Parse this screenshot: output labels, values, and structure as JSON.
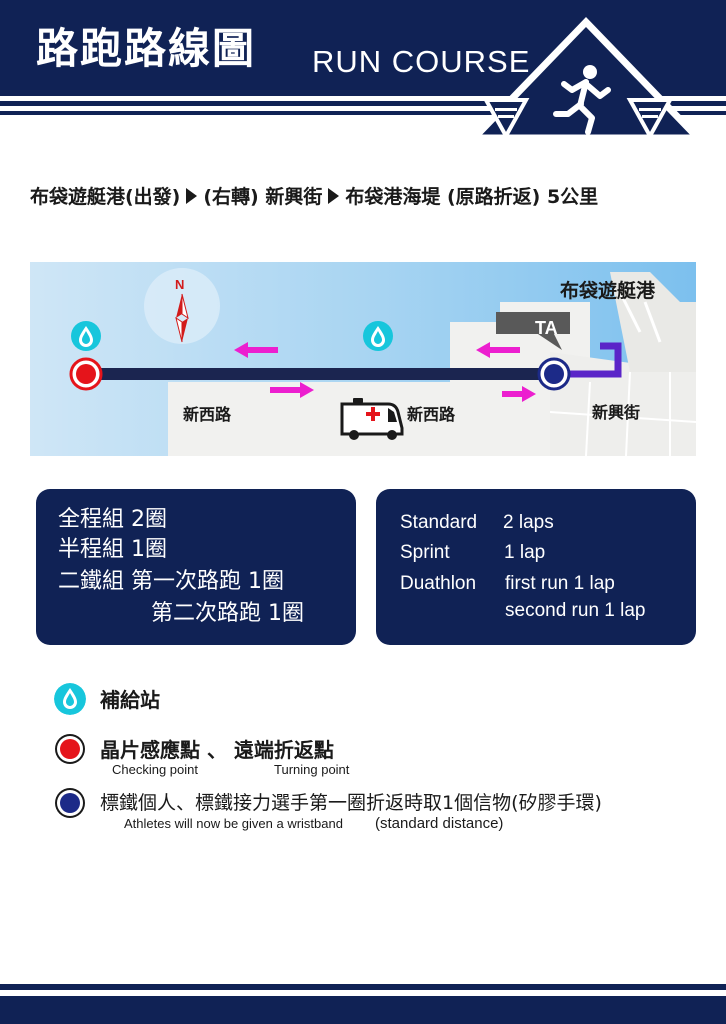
{
  "header": {
    "title_zh": "路跑路線圖",
    "title_en": "RUN COURSE"
  },
  "route": {
    "start": "布袋遊艇港(出發)",
    "turn": "(右轉) 新興街",
    "end": "布袋港海堤 (原路折返) 5公里"
  },
  "map": {
    "harbor_name": "布袋遊艇港",
    "transition_area": "TA",
    "north": "N",
    "road_west_1": "新西路",
    "road_west_2": "新西路",
    "road_east": "新興街"
  },
  "divisions_zh": {
    "standard": "全程組  2圈",
    "sprint": "半程組  1圈",
    "duathlon_first": "二鐵組  第一次路跑  1圈",
    "duathlon_second": "第二次路跑  1圈"
  },
  "divisions_en": {
    "standard_name": "Standard",
    "standard_laps": "2 laps",
    "sprint_name": "Sprint",
    "sprint_laps": "1 lap",
    "duathlon_name": "Duathlon",
    "duathlon_first": "first run 1 lap",
    "duathlon_second": "second run 1 lap"
  },
  "legend": {
    "water": "補給站",
    "checkpoint": "晶片感應點  、  遠端折返點",
    "checkpoint_en": "Checking point",
    "turning_en": "Turning point",
    "wristband": "標鐵個人、標鐵接力選手第一圈折返時取1個信物(矽膠手環)",
    "wristband_en_a": "Athletes will now be given a wristband",
    "wristband_en_b": "(standard distance)"
  },
  "colors": {
    "navy": "#102255",
    "route": "#1b2550",
    "water_cyan": "#17c6dc",
    "checkpoint_red": "#e5141b",
    "turning_blue": "#1c2a88",
    "arrow_magenta": "#ec1fcf",
    "route_purple": "#5a24c8"
  },
  "icons": [
    "running-person-icon",
    "water-drop-icon",
    "ambulance-icon",
    "compass-north-icon"
  ]
}
